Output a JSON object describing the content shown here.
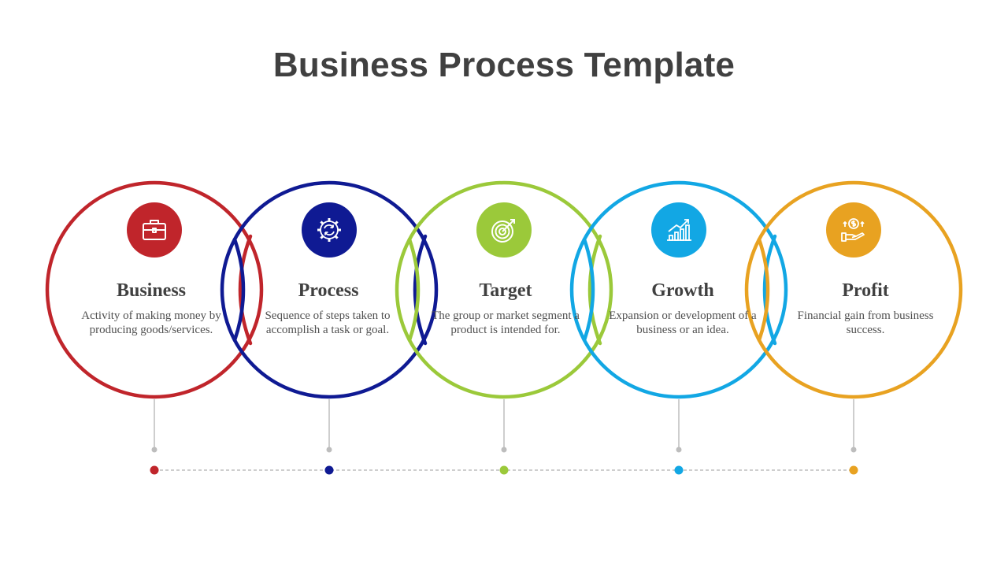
{
  "title": "Business Process Template",
  "steps": [
    {
      "heading": "Business",
      "description": "Activity of making money by producing goods/services.",
      "color": "#c0252b",
      "icon": "briefcase-icon"
    },
    {
      "heading": "Process",
      "description": "Sequence of steps taken to accomplish a task or goal.",
      "color": "#0f1a93",
      "icon": "gear-cycle-icon"
    },
    {
      "heading": "Target",
      "description": "The group or market segment a product is intended for.",
      "color": "#9bc93a",
      "icon": "target-icon"
    },
    {
      "heading": "Growth",
      "description": "Expansion or development of a business or an idea.",
      "color": "#12a7e4",
      "icon": "growth-chart-icon"
    },
    {
      "heading": "Profit",
      "description": "Financial gain from business success.",
      "color": "#e8a221",
      "icon": "profit-hand-icon"
    }
  ]
}
